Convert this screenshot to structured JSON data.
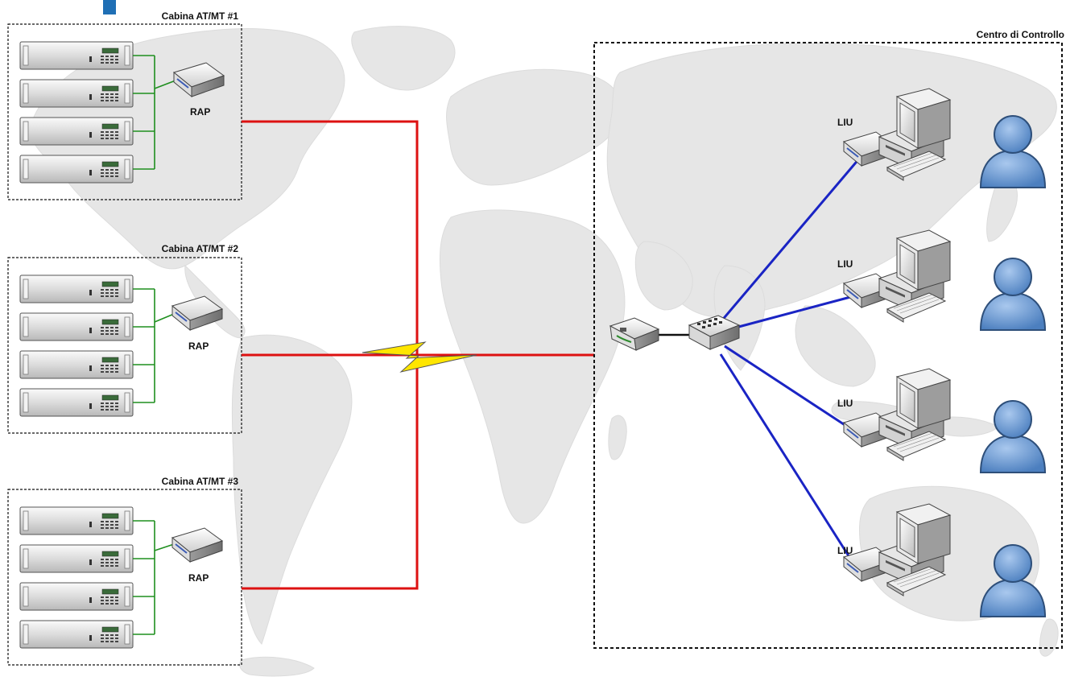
{
  "cabins": [
    {
      "title": "Cabina AT/MT #1",
      "rap_label": "RAP",
      "rack_count": 4
    },
    {
      "title": "Cabina AT/MT #2",
      "rap_label": "RAP",
      "rack_count": 4
    },
    {
      "title": "Cabina AT/MT #3",
      "rap_label": "RAP",
      "rack_count": 4
    }
  ],
  "control_center": {
    "title": "Centro di Controllo",
    "workstations": [
      {
        "label": "LIU"
      },
      {
        "label": "LIU"
      },
      {
        "label": "LIU"
      },
      {
        "label": "LIU"
      }
    ]
  },
  "colors": {
    "map": "#e6e6e6",
    "wan_link": "#dd1111",
    "lan_link": "#1a24c4",
    "rack_link": "#1f8f1f",
    "lightning": "#ffe600",
    "user": "#6f9fd6",
    "corner_accent": "#1f6fb5"
  },
  "icons": [
    "rack-server-icon",
    "modem-icon",
    "router-icon",
    "network-switch-icon",
    "desktop-computer-icon",
    "user-icon",
    "lightning-icon",
    "world-map"
  ]
}
